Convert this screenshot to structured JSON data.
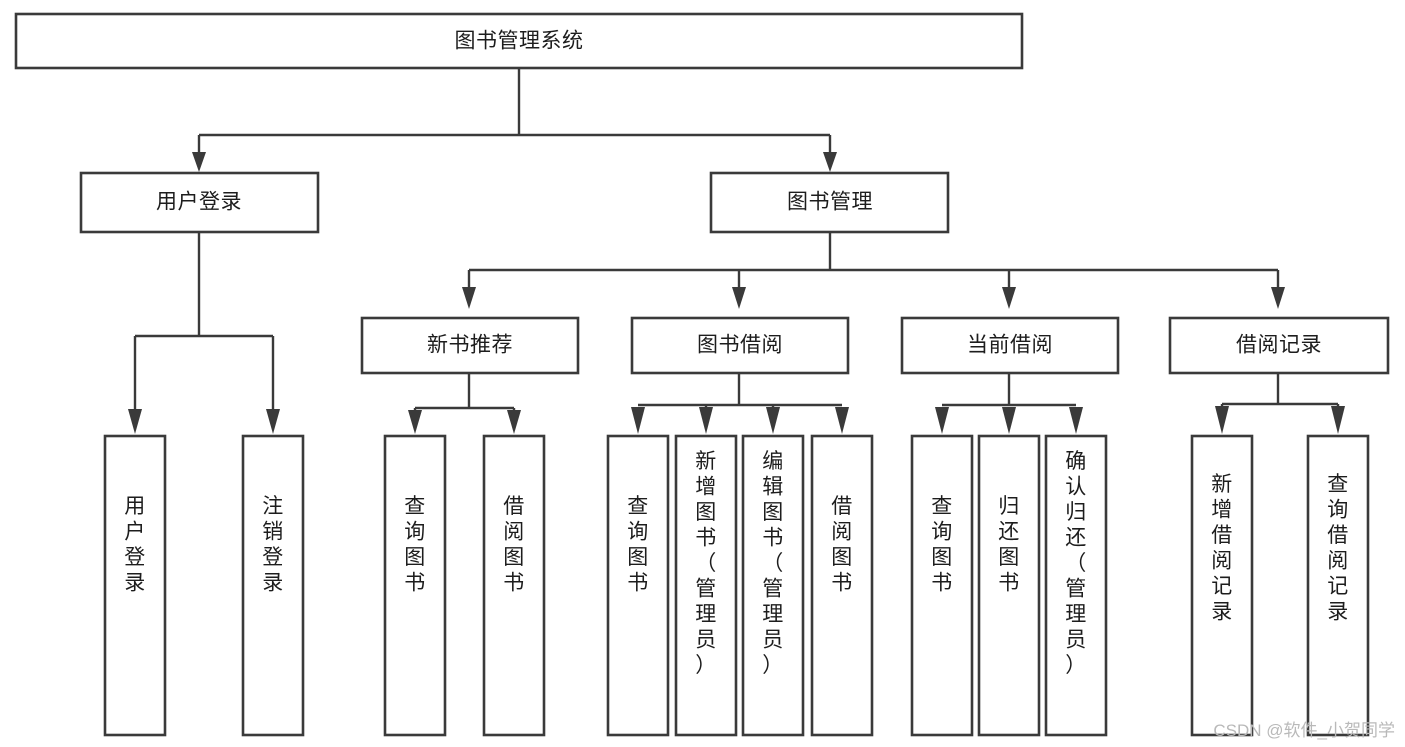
{
  "diagram": {
    "type": "tree-hierarchy",
    "title": "图书管理系统",
    "watermark": "CSDN @软件_小贺同学",
    "root": {
      "id": "root",
      "label": "图书管理系统"
    },
    "level2": [
      {
        "id": "user-login",
        "label": "用户登录"
      },
      {
        "id": "book-management",
        "label": "图书管理"
      }
    ],
    "level3": [
      {
        "id": "new-book-recommend",
        "label": "新书推荐",
        "parent": "book-management"
      },
      {
        "id": "book-borrow",
        "label": "图书借阅",
        "parent": "book-management"
      },
      {
        "id": "current-borrow",
        "label": "当前借阅",
        "parent": "book-management"
      },
      {
        "id": "borrow-record",
        "label": "借阅记录",
        "parent": "book-management"
      }
    ],
    "leaves": [
      {
        "id": "leaf-user-login",
        "label": "用户登录",
        "parent": "user-login"
      },
      {
        "id": "leaf-logout-login",
        "label": "注销登录",
        "parent": "user-login"
      },
      {
        "id": "leaf-query-book-1",
        "label": "查询图书",
        "parent": "new-book-recommend"
      },
      {
        "id": "leaf-borrow-book-1",
        "label": "借阅图书",
        "parent": "new-book-recommend"
      },
      {
        "id": "leaf-query-book-2",
        "label": "查询图书",
        "parent": "book-borrow"
      },
      {
        "id": "leaf-add-book",
        "label": "新增图书（管理员）",
        "parent": "book-borrow"
      },
      {
        "id": "leaf-edit-book",
        "label": "编辑图书（管理员）",
        "parent": "book-borrow"
      },
      {
        "id": "leaf-borrow-book-2",
        "label": "借阅图书",
        "parent": "book-borrow"
      },
      {
        "id": "leaf-query-book-3",
        "label": "查询图书",
        "parent": "current-borrow"
      },
      {
        "id": "leaf-return-book",
        "label": "归还图书",
        "parent": "current-borrow"
      },
      {
        "id": "leaf-confirm-return",
        "label": "确认归还（管理员）",
        "parent": "current-borrow"
      },
      {
        "id": "leaf-add-record",
        "label": "新增借阅记录",
        "parent": "borrow-record"
      },
      {
        "id": "leaf-query-record",
        "label": "查询借阅记录",
        "parent": "borrow-record"
      }
    ],
    "colors": {
      "box_stroke": "#3a3a3a",
      "box_fill": "#ffffff",
      "text": "#1d1d1d",
      "connector": "#3a3a3a",
      "watermark": "#b9b9b9",
      "background": "#ffffff"
    }
  }
}
